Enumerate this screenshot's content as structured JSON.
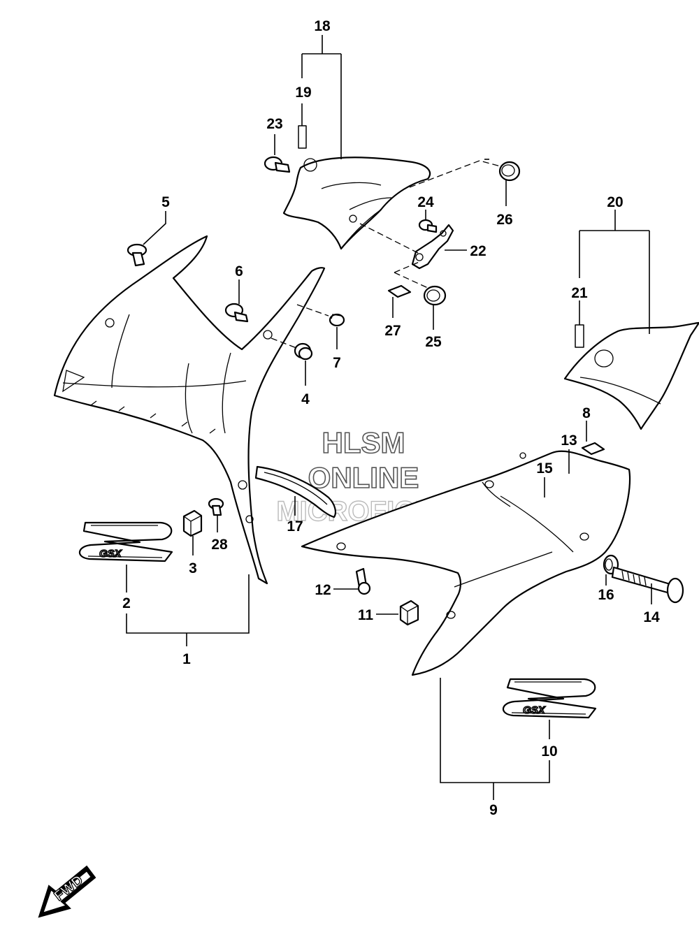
{
  "watermark": {
    "line1": "HLSM",
    "line2": "ONLINE",
    "line3": "MICROFICHE"
  },
  "direction_badge": {
    "label": "FWD"
  },
  "logo_decal": {
    "text": "GSX"
  },
  "callouts": [
    {
      "id": "label-1",
      "text": "1"
    },
    {
      "id": "label-2",
      "text": "2"
    },
    {
      "id": "label-3",
      "text": "3"
    },
    {
      "id": "label-4",
      "text": "4"
    },
    {
      "id": "label-5",
      "text": "5"
    },
    {
      "id": "label-6",
      "text": "6"
    },
    {
      "id": "label-7",
      "text": "7"
    },
    {
      "id": "label-8",
      "text": "8"
    },
    {
      "id": "label-9",
      "text": "9"
    },
    {
      "id": "label-10",
      "text": "10"
    },
    {
      "id": "label-11",
      "text": "11"
    },
    {
      "id": "label-12",
      "text": "12"
    },
    {
      "id": "label-13",
      "text": "13"
    },
    {
      "id": "label-14",
      "text": "14"
    },
    {
      "id": "label-15",
      "text": "15"
    },
    {
      "id": "label-16",
      "text": "16"
    },
    {
      "id": "label-17",
      "text": "17"
    },
    {
      "id": "label-18",
      "text": "18"
    },
    {
      "id": "label-19",
      "text": "19"
    },
    {
      "id": "label-20",
      "text": "20"
    },
    {
      "id": "label-21",
      "text": "21"
    },
    {
      "id": "label-22",
      "text": "22"
    },
    {
      "id": "label-23",
      "text": "23"
    },
    {
      "id": "label-24",
      "text": "24"
    },
    {
      "id": "label-25",
      "text": "25"
    },
    {
      "id": "label-26",
      "text": "26"
    },
    {
      "id": "label-27",
      "text": "27"
    },
    {
      "id": "label-28",
      "text": "28"
    }
  ]
}
